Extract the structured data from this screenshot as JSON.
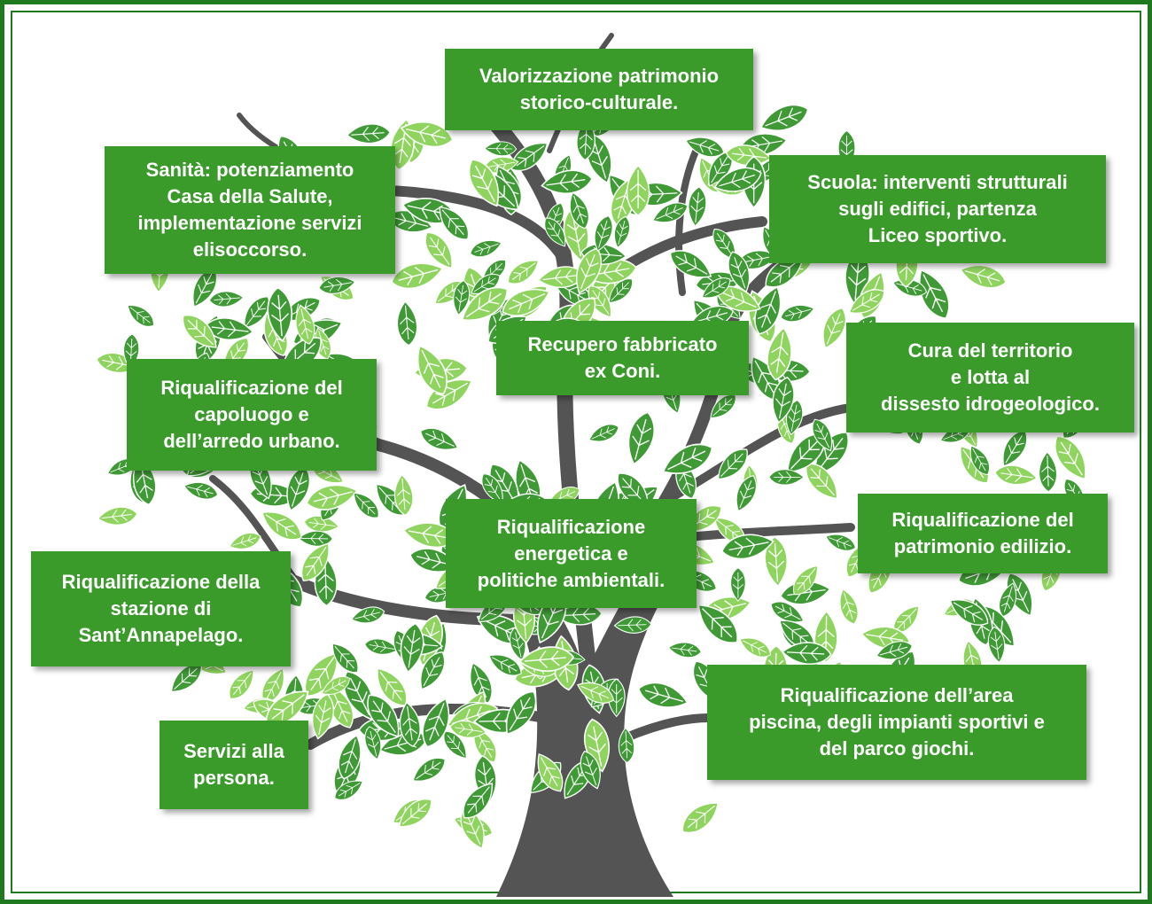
{
  "colors": {
    "frame": "#1f7a1f",
    "box_fill": "#3a9a2a",
    "box_text": "#ffffff",
    "trunk": "#545454",
    "leaf_dark": "#3f9a36",
    "leaf_light": "#8fd45f"
  },
  "boxes": {
    "valorizzazione": "Valorizzazione patrimonio\nstorico-culturale.",
    "sanita": "Sanità: potenziamento\nCasa della Salute,\nimplementazione servizi\nelisoccorso.",
    "scuola": "Scuola: interventi strutturali\nsugli edifici, partenza\nLiceo sportivo.",
    "recupero": "Recupero fabbricato\nex Coni.",
    "cura": "Cura del territorio\ne lotta al\ndissesto idrogeologico.",
    "capoluogo": "Riqualificazione del\ncapoluogo e\ndell’arredo urbano.",
    "energetica": "Riqualificazione\nenergetica e\npolitiche ambientali.",
    "patrimonio": "Riqualificazione del\npatrimonio edilizio.",
    "stazione": "Riqualificazione della\nstazione di\nSant’Annapelago.",
    "piscina": "Riqualificazione dell’area\npiscina, degli impianti sportivi e\ndel parco giochi.",
    "servizi": "Servizi alla\npersona."
  }
}
